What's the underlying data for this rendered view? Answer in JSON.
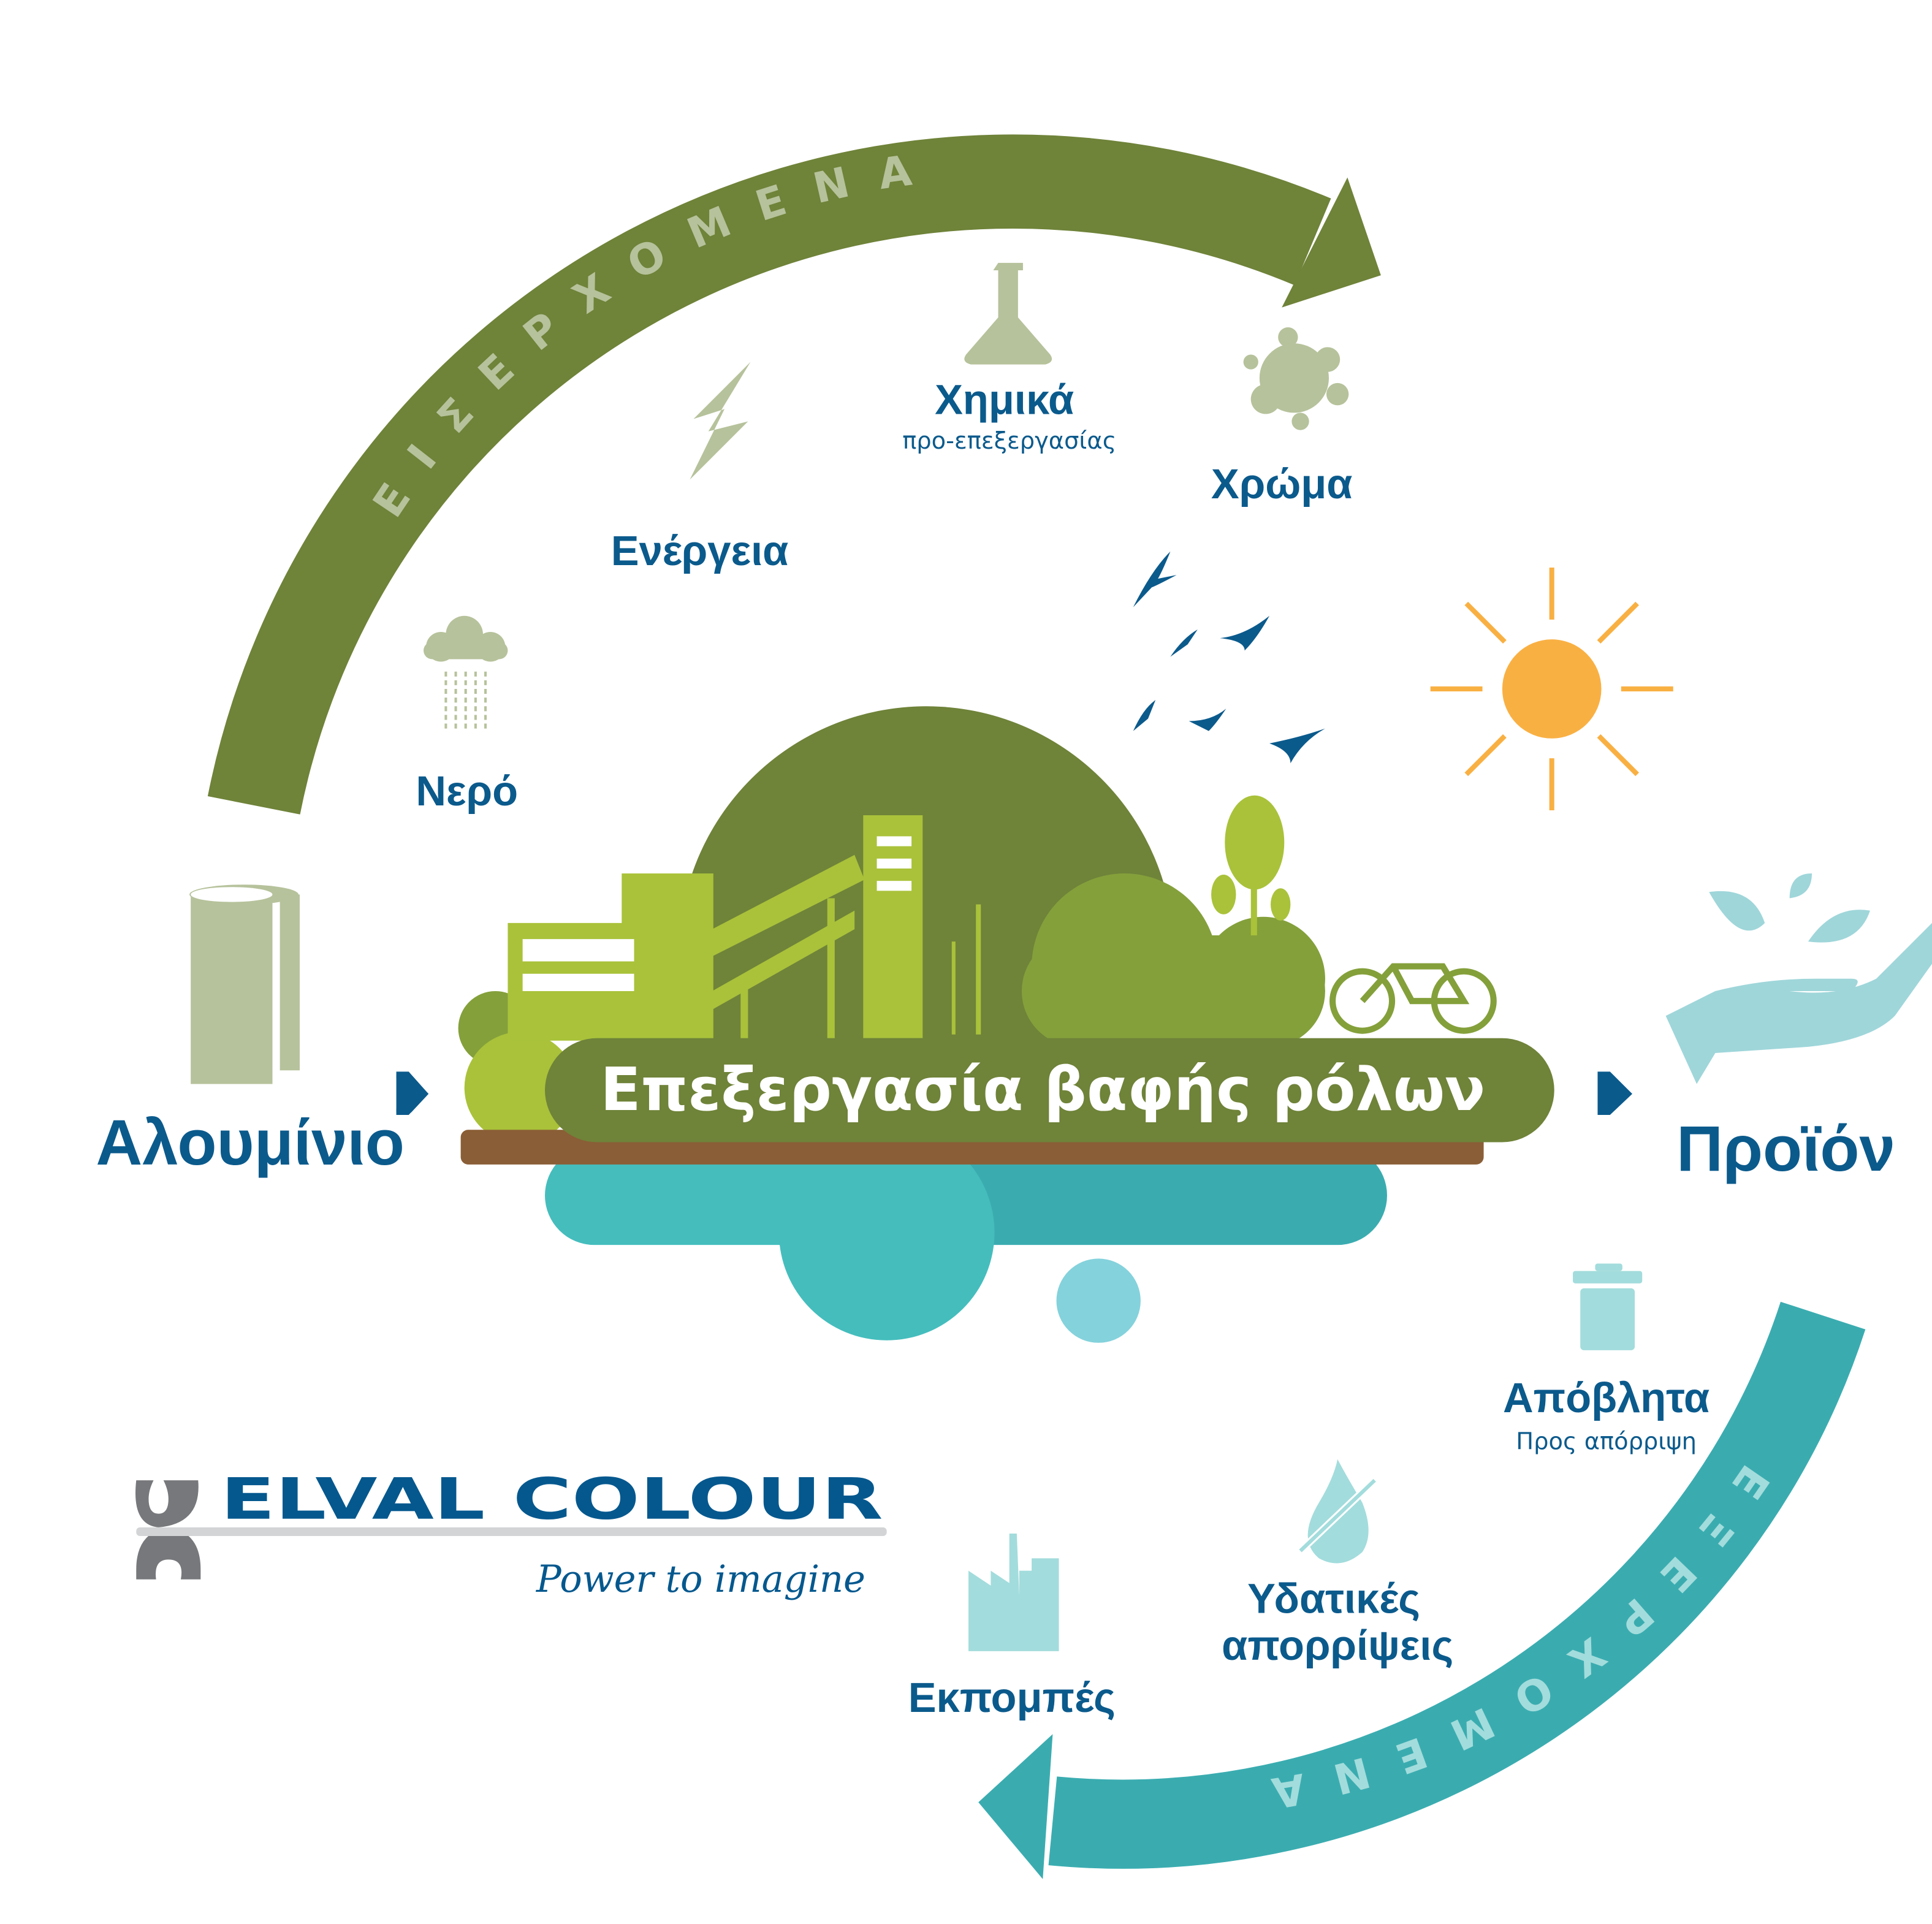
{
  "inputs_arc": {
    "label": "ΕΙΣΕΡΧΟΜΕΝΑ",
    "color": "#6f8339",
    "text_color": "#b6c29b"
  },
  "outputs_arc": {
    "label": "ΕΞΕΡΧΟΜΕΝΑ",
    "color": "#3aacb0",
    "text_color": "#a3dcdc"
  },
  "inputs": [
    {
      "label": "Νερό",
      "icon": "rain-cloud-icon"
    },
    {
      "label": "Ενέργεια",
      "icon": "lightning-icon"
    },
    {
      "label": "Χημικά",
      "sublabel": "προ-επεξεργασίας",
      "icon": "flask-icon"
    },
    {
      "label": "Χρώμα",
      "icon": "paint-splash-icon"
    }
  ],
  "outputs": [
    {
      "label": "Απόβλητα",
      "sublabel": "Προς απόρριψη",
      "icon": "trash-can-icon"
    },
    {
      "label": "Υδατικές",
      "label2": "απορρίψεις",
      "icon": "crossed-drop-icon"
    },
    {
      "label": "Εκπομπές",
      "icon": "factory-icon"
    }
  ],
  "raw_material": {
    "label": "Αλουμίνιο",
    "icon": "aluminium-roll-icon"
  },
  "product": {
    "label": "Προϊόν",
    "icon": "hand-leaves-icon"
  },
  "process": {
    "title": "Επεξεργασία βαφής ρόλων"
  },
  "logo": {
    "brand": "ELVAL COLOUR",
    "tagline": "Power to imagine"
  },
  "colors": {
    "label_blue": "#0b5a8c",
    "green": "#6f8339",
    "teal": "#3aacb0",
    "sun": "#f9b043"
  }
}
